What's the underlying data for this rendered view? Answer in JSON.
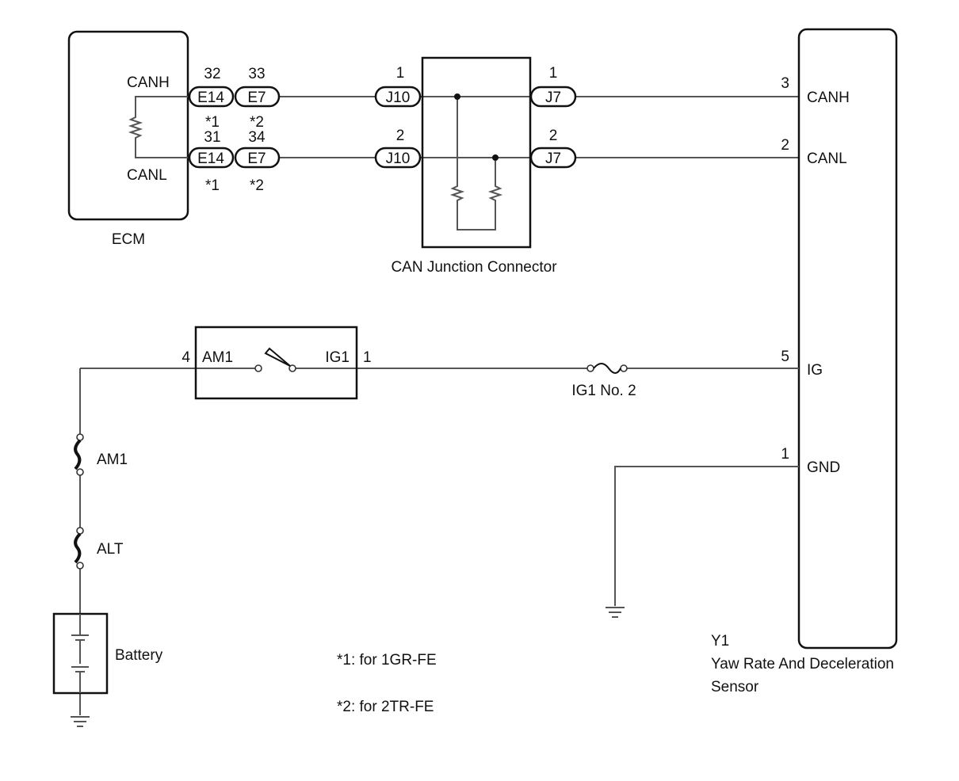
{
  "ecm": {
    "label": "ECM",
    "canh": "CANH",
    "canl": "CANL",
    "connectors": {
      "e14_label": "E14",
      "e7_label": "E7",
      "canh_e14_pin": "32",
      "canh_e7_pin": "33",
      "canl_e14_pin": "31",
      "canl_e7_pin": "34",
      "e14_note": "*1",
      "e7_note": "*2"
    }
  },
  "junction": {
    "label": "CAN Junction Connector",
    "j10_label": "J10",
    "j7_label": "J7",
    "j10_pin_canh": "1",
    "j10_pin_canl": "2",
    "j7_pin_canh": "1",
    "j7_pin_canl": "2"
  },
  "sensor": {
    "id": "Y1",
    "name_line1": "Yaw Rate And Deceleration",
    "name_line2": "Sensor",
    "pins": [
      {
        "num": "3",
        "label": "CANH"
      },
      {
        "num": "2",
        "label": "CANL"
      },
      {
        "num": "5",
        "label": "IG"
      },
      {
        "num": "1",
        "label": "GND"
      }
    ]
  },
  "ignition_switch": {
    "pin_in": "4",
    "in_label": "AM1",
    "out_label": "IG1",
    "pin_out": "1"
  },
  "fuses": {
    "ig1": "IG1 No. 2",
    "am1": "AM1",
    "alt": "ALT"
  },
  "battery": {
    "label": "Battery"
  },
  "notes": [
    "*1: for 1GR-FE",
    "*2: for 2TR-FE"
  ]
}
